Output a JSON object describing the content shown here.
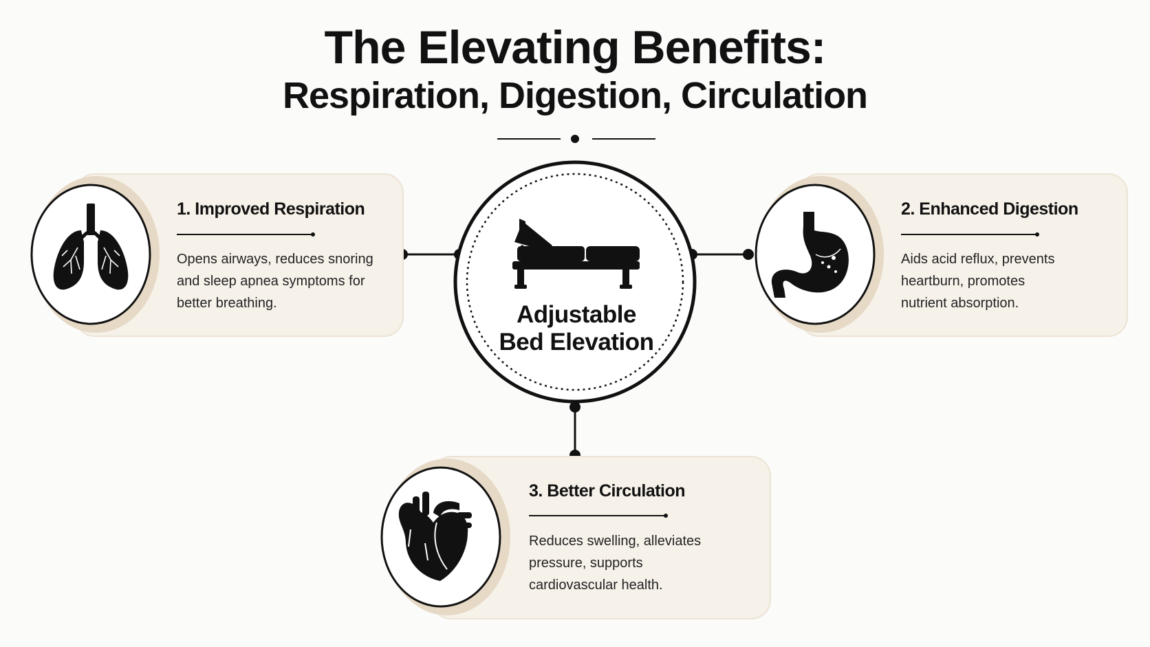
{
  "title": {
    "line1": "The Elevating Benefits:",
    "line2": "Respiration, Digestion, Circulation"
  },
  "center": {
    "label_line1": "Adjustable",
    "label_line2": "Bed Elevation",
    "icon": "adjustable-bed-icon"
  },
  "benefits": [
    {
      "heading": "1. Improved Respiration",
      "description": "Opens airways, reduces snoring and sleep apnea symptoms for better breathing.",
      "icon": "lungs-icon"
    },
    {
      "heading": "2. Enhanced Digestion",
      "description": "Aids acid reflux, prevents heartburn, promotes nutrient absorption.",
      "icon": "stomach-icon"
    },
    {
      "heading": "3. Better Circulation",
      "description": "Reduces swelling, alleviates pressure, supports cardiovascular health.",
      "icon": "heart-icon"
    }
  ],
  "colors": {
    "background": "#fbfbfa",
    "card_fill": "#f6f1e9",
    "card_border": "#ece3d4",
    "accent_shadow": "#e6d9c5",
    "ink": "#111111"
  }
}
